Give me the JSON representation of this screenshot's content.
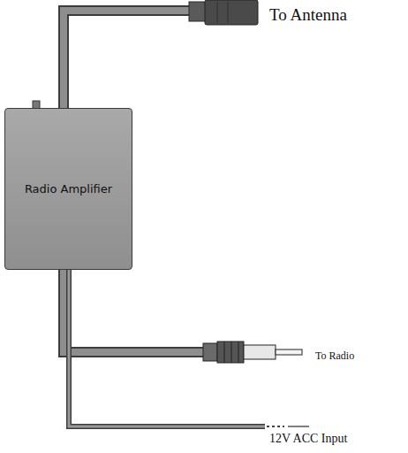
{
  "diagram": {
    "nodes": [
      {
        "text": [
          "Radio Amplifier"
        ]
      }
    ],
    "labels": [
      "To Antenna",
      "To Radio",
      "12V ACC Input"
    ]
  }
}
